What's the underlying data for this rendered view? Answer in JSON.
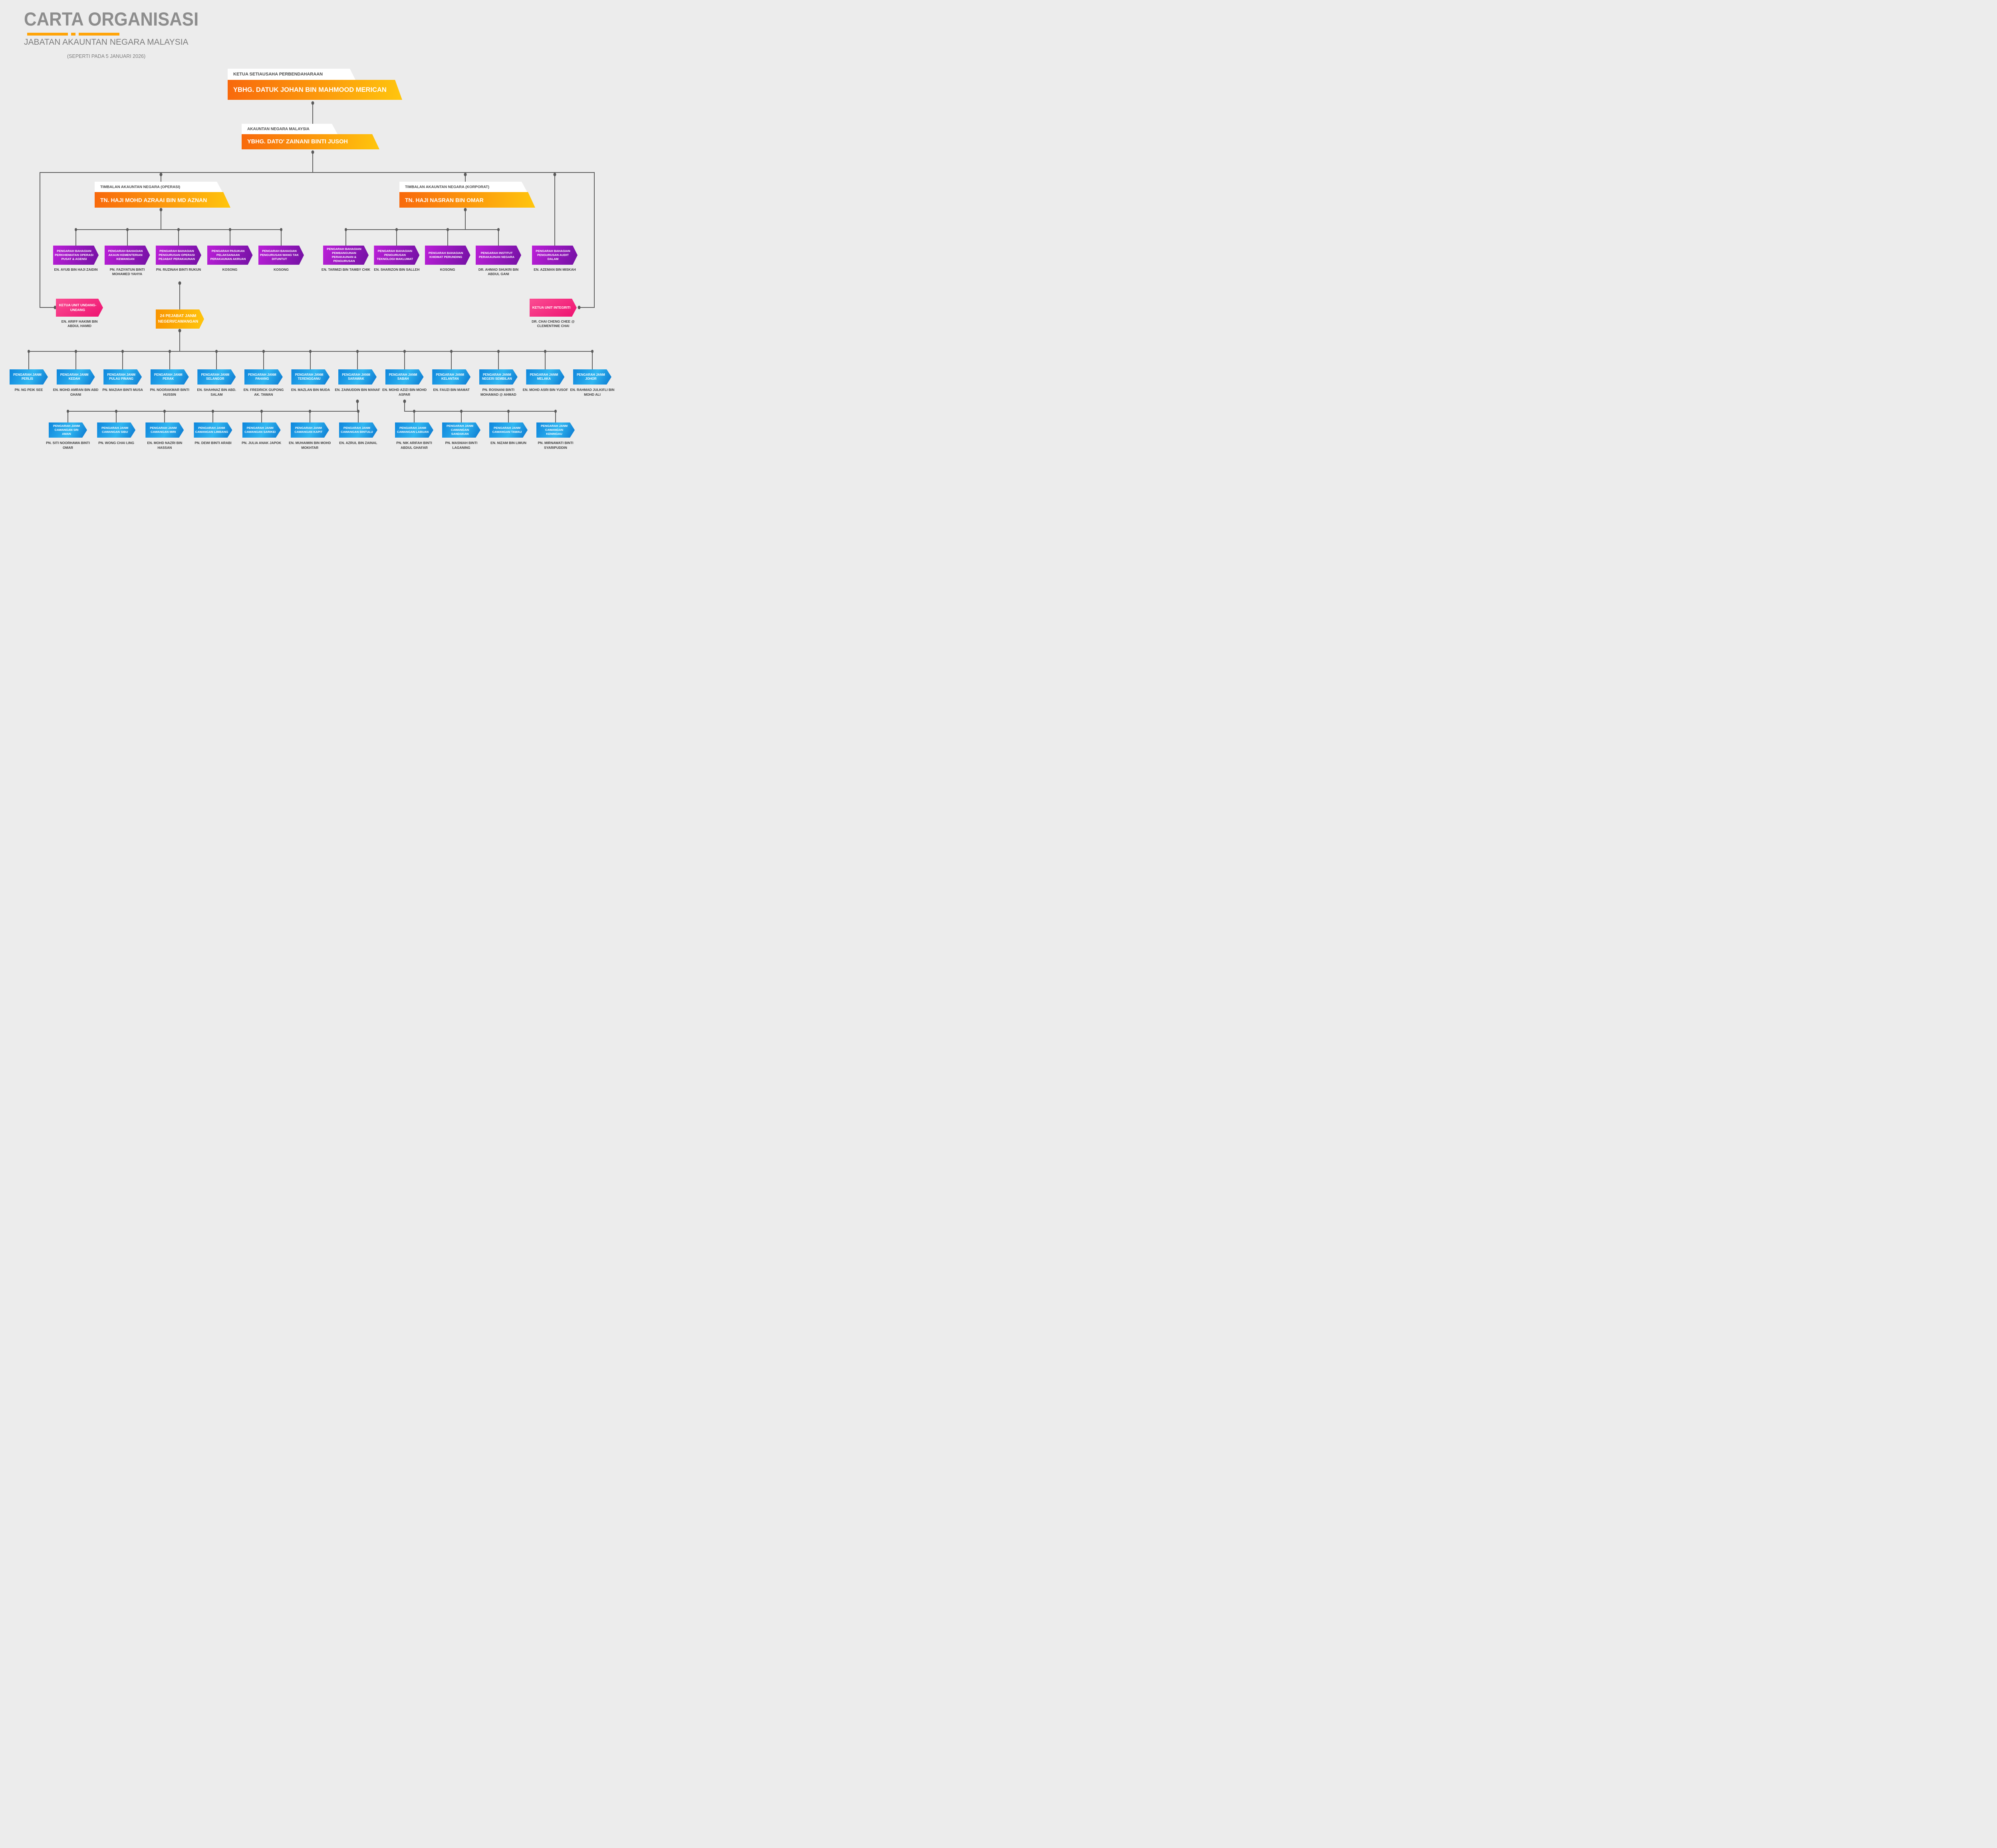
{
  "header": {
    "title": "CARTA ORGANISASI",
    "subtitle": "JABATAN AKAUNTAN NEGARA MALAYSIA",
    "date_note": "(SEPERTI PADA 5 JANUARI 2026)"
  },
  "colors": {
    "accent_orange": "#ffa408",
    "banner_gradient": [
      "#f8680c",
      "#ffc60d"
    ],
    "division_purple": [
      "#bb1fd8",
      "#7311a3"
    ],
    "state_blue": [
      "#0f86dc",
      "#30b7f1",
      "#0b77cf"
    ],
    "unit_pink": [
      "#fb4d92",
      "#ee1371"
    ],
    "connector_gray": "#606060"
  },
  "chart": {
    "ksp": {
      "role": "KETUA SETIAUSAHA PERBENDAHARAAN",
      "name": "YBHG. DATUK JOHAN BIN MAHMOOD MERICAN"
    },
    "anm": {
      "role": "AKAUNTAN NEGARA MALAYSIA",
      "name": "YBHG. DATO' ZAINANI BINTI JUSOH"
    },
    "deputy_operasi": {
      "role": "TIMBALAN AKAUNTAN NEGARA (OPERASI)",
      "name": "TN. HAJI MOHD AZRAAI BIN MD AZNAN"
    },
    "deputy_korporat": {
      "role": "TIMBALAN AKAUNTAN NEGARA (KORPORAT)",
      "name": "TN. HAJI NASRAN BIN OMAR"
    },
    "divisions_operasi": [
      {
        "title": "PENGARAH BAHAGIAN PERKHIDMATAN OPERASI PUSAT & AGENSI",
        "name": "EN. AYUB BIN HAJI ZAIDIN"
      },
      {
        "title": "PENGARAH BAHAGIAN AKAUN KEMENTERIAN KEWANGAN",
        "name": "PN. FAZIYATUN BINTI MOHAMED YAHYA"
      },
      {
        "title": "PENGARAH BAHAGIAN PENGURUSAN OPERASI PEJABAT PERAKAUNAN",
        "name": "PN. RUZINAH BINTI RUKUN"
      },
      {
        "title": "PENGARAH PASUKAN PELAKSANAAN PERAKAUNAN AKRUAN",
        "name": "KOSONG"
      },
      {
        "title": "PENGARAH BAHAGIAN PENGURUSAN WANG TAK DITUNTUT",
        "name": "KOSONG"
      }
    ],
    "divisions_korporat": [
      {
        "title": "PENGARAH BAHAGIAN PEMBANGUNAN PERAKAUNAN & PENGURUSAN",
        "name": "EN. TARMIZI BIN TAMBY CHIK"
      },
      {
        "title": "PENGARAH BAHAGIAN PENGURUSAN TEKNOLOGI MAKLUMAT",
        "name": "EN. SHARIZON BIN SALLEH"
      },
      {
        "title": "PENGARAH BAHAGIAN KHIDMAT PERUNDING",
        "name": "KOSONG"
      },
      {
        "title": "PENGARAH INSTITUT PERAKAUNAN NEGARA",
        "name": "DR. AHMAD SHUKRI BIN ABDUL GANI"
      }
    ],
    "audit_dalam": {
      "title": "PENGARAH BAHAGIAN PENGURUSAN AUDIT DALAM",
      "name": "EN. AZEMAN BIN MISKAH"
    },
    "unit_undang": {
      "title": "KETUA UNIT UNDANG-UNDANG",
      "name": "EN. ARIFF HAKIMI BIN ABDUL HAMID"
    },
    "unit_integriti": {
      "title": "KETUA UNIT INTEGRITI",
      "name": "DR. CHAI CHENG CHEE @ CLEMENTINIE CHAI"
    },
    "pejabat_label": "24 PEJABAT JANM NEGERI/CAWANGAN",
    "states": [
      {
        "unit": "PENGARAH JANM",
        "area": "PERLIS",
        "name": "PN. NG PEIK SEE"
      },
      {
        "unit": "PENGARAH JANM",
        "area": "KEDAH",
        "name": "EN. MOHD AMRAN BIN ABD GHANI"
      },
      {
        "unit": "PENGARAH JANM",
        "area": "PULAU PINANG",
        "name": "PN. MAZIAH BINTI MUSA"
      },
      {
        "unit": "PENGARAH JANM",
        "area": "PERAK",
        "name": "PN. NOORAKMAR BINTI HUSSIN"
      },
      {
        "unit": "PENGARAH JANM",
        "area": "SELANGOR",
        "name": "EN. SHAHNAZ BIN ABD. SALAM"
      },
      {
        "unit": "PENGARAH JANM",
        "area": "PAHANG",
        "name": "EN. FREDRICK GUPONG AK. TAWAN"
      },
      {
        "unit": "PENGARAH JANM",
        "area": "TERENGGANU",
        "name": "EN. MAZLAN BIN MUDA"
      },
      {
        "unit": "PENGARAH JANM",
        "area": "SARAWAK",
        "name": "EN. ZAINUDDIN BIN MANAF"
      },
      {
        "unit": "PENGARAH JANM",
        "area": "SABAH",
        "name": "EN. MOHD AZIZI BIN MOHD ASPAR"
      },
      {
        "unit": "PENGARAH JANM",
        "area": "KELANTAN",
        "name": "EN. FAUZI BIN MAMAT"
      },
      {
        "unit": "PENGARAH JANM",
        "area": "NEGERI SEMBILAN",
        "name": "PN. ROSNANI BINTI MOHAMAD @ AHMAD"
      },
      {
        "unit": "PENGARAH JANM",
        "area": "MELAKA",
        "name": "EN. MOHD ASRI BIN YUSOF"
      },
      {
        "unit": "PENGARAH JANM",
        "area": "JOHOR",
        "name": "EN. RAHMAD JULKIFLI BIN MOHD ALI"
      }
    ],
    "branches_sarawak": [
      {
        "unit": "PENGARAH JANM",
        "area": "CAWANGAN SRI AMAN",
        "name": "PN. SITI NOORHAWA BINTI OMAR"
      },
      {
        "unit": "PENGARAH JANM",
        "area": "CAWANGAN SIBU",
        "name": "PN. WONG CHAI LING"
      },
      {
        "unit": "PENGARAH JANM",
        "area": "CAWANGAN MIRI",
        "name": "EN. MOHD NAZRI BIN HASSAN"
      },
      {
        "unit": "PENGARAH JANM",
        "area": "CAWANGAN LIMBANG",
        "name": "PN. DEWI BINTI ARABI"
      },
      {
        "unit": "PENGARAH JANM",
        "area": "CAWANGAN SARIKEI",
        "name": "PN. JULIA ANAK JAPOK"
      },
      {
        "unit": "PENGARAH JANM",
        "area": "CAWANGAN KAPIT",
        "name": "EN. MUHAIMIN BIN MOHD MOKHTAR"
      },
      {
        "unit": "PENGARAH JANM",
        "area": "CAWANGAN BINTULU",
        "name": "EN. AZRUL BIN ZAINAL"
      }
    ],
    "branches_sabah": [
      {
        "unit": "PENGARAH JANM",
        "area": "CAWANGAN LABUAN",
        "name": "PN. NIK ARIFAH BINTI ABDUL GHAFAR"
      },
      {
        "unit": "PENGARAH JANM",
        "area": "CAWANGAN SANDAKAN",
        "name": "PN. MASNIAH BINTI LAGANING"
      },
      {
        "unit": "PENGARAH JANM",
        "area": "CAWANGAN TAWAU",
        "name": "EN. NIZAM BIN LIMUN"
      },
      {
        "unit": "PENGARAH JANM",
        "area": "CAWANGAN KENINGAU",
        "name": "PN. MIRNAWATI BINTI SYARIPUDDIN"
      }
    ]
  }
}
